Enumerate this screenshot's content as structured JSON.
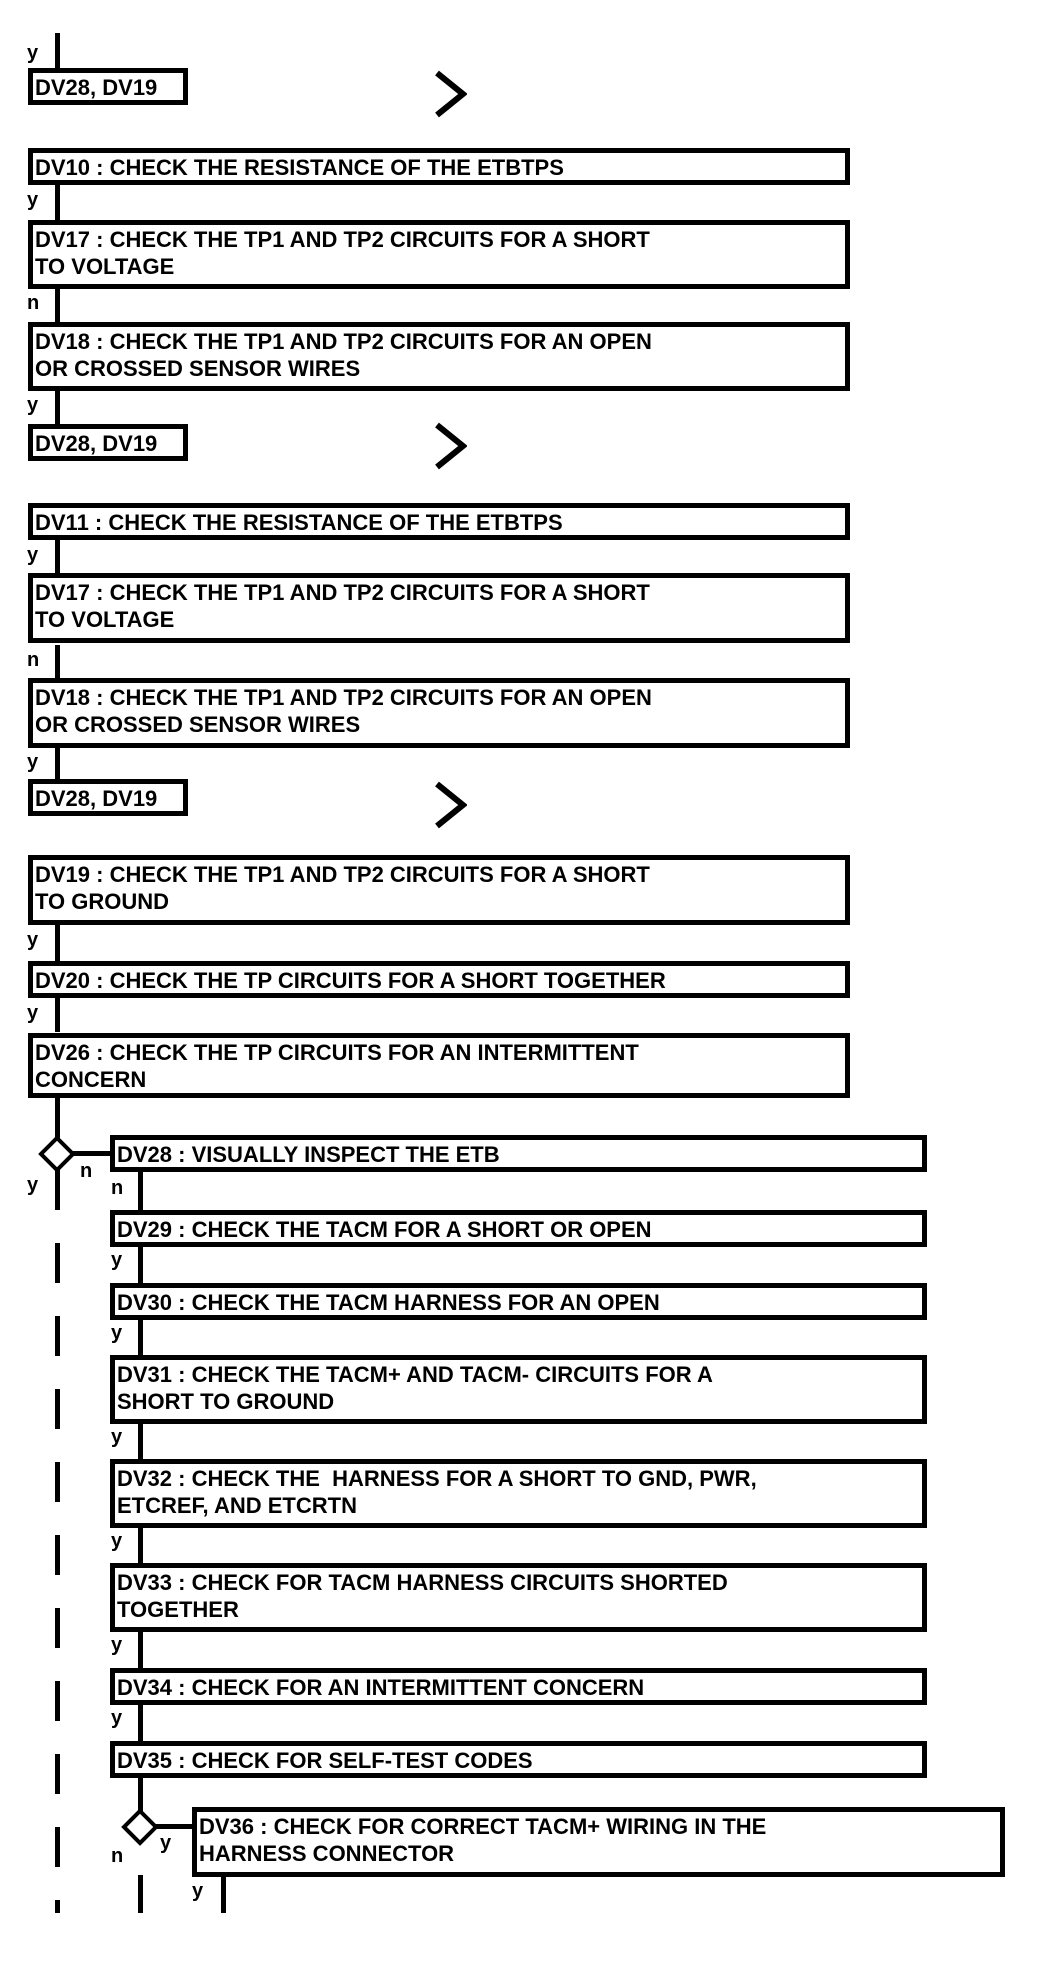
{
  "page": {
    "background": "#ffffff",
    "ink": "#000000"
  },
  "labels": {
    "yes": "y",
    "no": "n"
  },
  "jump_ref": "DV28, DV19",
  "steps": {
    "dv10": "DV10 : CHECK THE RESISTANCE OF THE ETBTPS",
    "dv11": "DV11 : CHECK THE RESISTANCE OF THE ETBTPS",
    "dv17": "DV17 : CHECK THE TP1 AND TP2 CIRCUITS FOR A SHORT\nTO VOLTAGE",
    "dv18": "DV18 : CHECK THE TP1 AND TP2 CIRCUITS FOR AN OPEN\nOR CROSSED SENSOR WIRES",
    "dv19": "DV19 : CHECK THE TP1 AND TP2 CIRCUITS FOR A SHORT\nTO GROUND",
    "dv20": "DV20 : CHECK THE TP CIRCUITS FOR A SHORT TOGETHER",
    "dv26": "DV26 : CHECK THE TP CIRCUITS FOR AN INTERMITTENT\nCONCERN",
    "dv28": "DV28 : VISUALLY INSPECT THE ETB",
    "dv29": "DV29 : CHECK THE TACM FOR A SHORT OR OPEN",
    "dv30": "DV30 : CHECK THE TACM HARNESS FOR AN OPEN",
    "dv31": "DV31 : CHECK THE TACM+ AND TACM- CIRCUITS FOR A\nSHORT TO GROUND",
    "dv32": "DV32 : CHECK THE  HARNESS FOR A SHORT TO GND, PWR,\nETCREF, AND ETCRTN",
    "dv33": "DV33 : CHECK FOR TACM HARNESS CIRCUITS SHORTED\nTOGETHER",
    "dv34": "DV34 : CHECK FOR AN INTERMITTENT CONCERN",
    "dv35": "DV35 : CHECK FOR SELF-TEST CODES",
    "dv36": "DV36 : CHECK FOR CORRECT TACM+ WIRING IN THE\nHARNESS CONNECTOR"
  }
}
